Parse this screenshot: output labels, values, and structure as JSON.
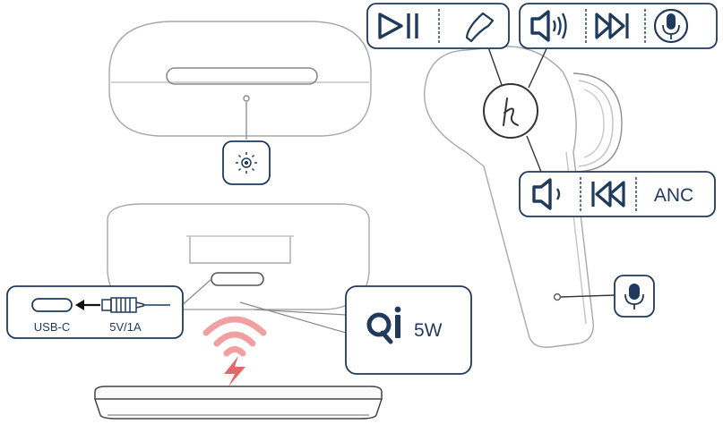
{
  "labels": {
    "usb_c": "USB-C",
    "power_rating": "5V/1A",
    "qi_watt": "5W",
    "anc": "ANC"
  },
  "colors": {
    "navy": "#1f3a5c",
    "outline": "#8a8a8a",
    "light_outline": "#b5b5b5",
    "wireless": "#f0a0a0",
    "bolt": "#e06a6a"
  },
  "icons": {
    "top_panel": [
      "play-pause-icon",
      "phone-icon",
      "volume-up-icon",
      "skip-forward-icon",
      "microphone-icon"
    ],
    "lower_panel": [
      "volume-down-icon",
      "skip-back-icon"
    ],
    "other": [
      "led-indicator-icon",
      "touch-logo-icon",
      "qi-logo-icon",
      "wireless-signal-icon",
      "lightning-bolt-icon",
      "usb-c-port-icon",
      "usb-cable-icon"
    ]
  }
}
